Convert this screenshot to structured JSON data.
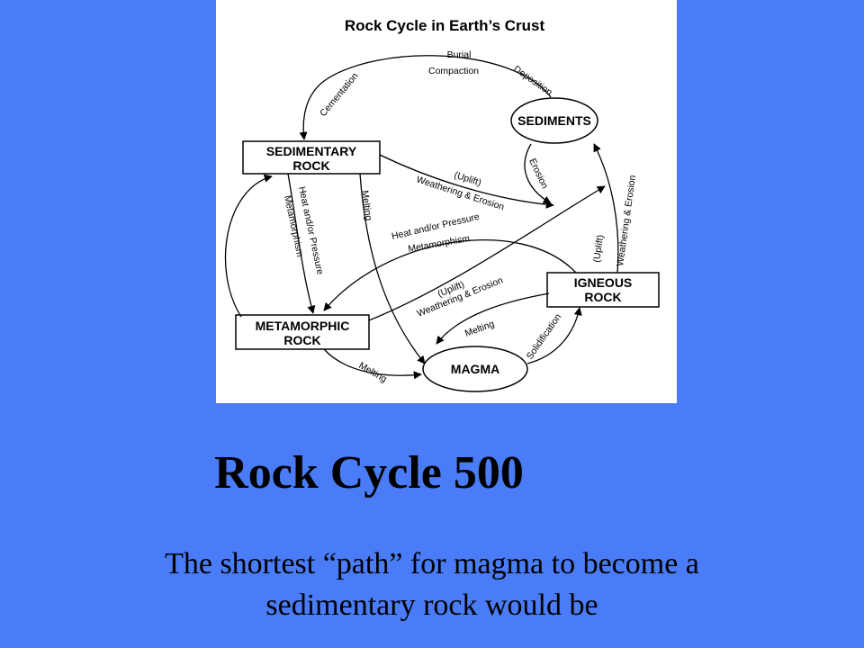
{
  "slide": {
    "title": "Rock Cycle 500",
    "question_line1": "The shortest “path” for magma to become a",
    "question_line2": "sedimentary rock would be",
    "background_color": "#4a7cf7"
  },
  "diagram": {
    "heading": "Rock Cycle in Earth’s Crust",
    "nodes": {
      "sediments": "SEDIMENTS",
      "sedimentary_line1": "SEDIMENTARY",
      "sedimentary_line2": "ROCK",
      "metamorphic_line1": "METAMORPHIC",
      "metamorphic_line2": "ROCK",
      "igneous_line1": "IGNEOUS",
      "igneous_line2": "ROCK",
      "magma": "MAGMA"
    },
    "edge_labels": {
      "burial": "Burial",
      "compaction": "Compaction",
      "cementation": "Cementation",
      "deposition": "Deposition",
      "erosion": "Erosion",
      "uplift_1": "(Uplift)",
      "weathering_erosion_1": "Weathering & Erosion",
      "heat_pressure_1": "Heat and/or Pressure",
      "metamorphism_1": "Metamorphism",
      "heat_pressure_2": "Heat and/or Pressure",
      "metamorphism_2": "Metamorphism",
      "melting_1": "Melting",
      "uplift_2": "(Uplift)",
      "weathering_erosion_2": "Weathering & Erosion",
      "uplift_3": "(Uplift)",
      "weathering_erosion_3": "Weathering & Erosion",
      "melting_2": "Melting",
      "melting_3": "Melting",
      "solidification": "Solidification"
    }
  }
}
